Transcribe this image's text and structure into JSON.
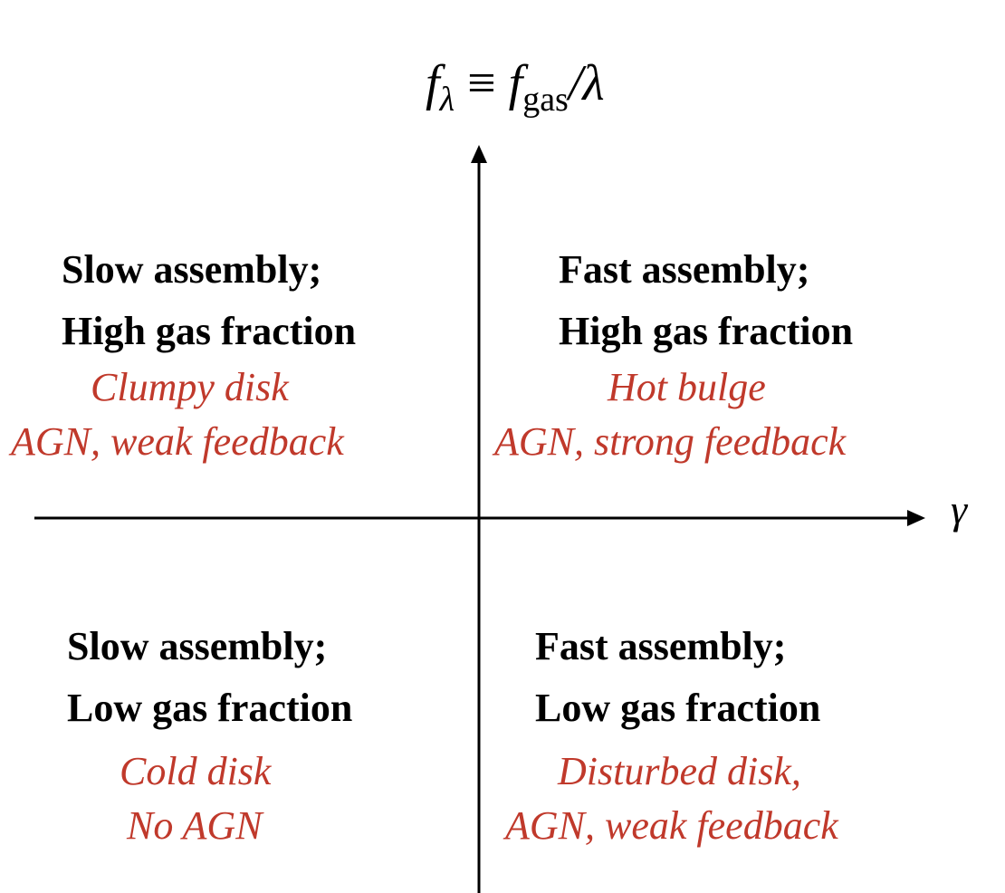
{
  "axes": {
    "y_label": {
      "main": "f",
      "main_sub": "λ",
      "equiv": "≡",
      "rhs_main": "f",
      "rhs_sub": "gas",
      "rhs_tail": "/λ"
    },
    "x_label": "γ"
  },
  "colors": {
    "heading": "#000000",
    "subtext": "#c0392b",
    "axis": "#000000"
  },
  "quadrants": {
    "top_left": {
      "line1": "Slow assembly;",
      "line2": "High gas fraction",
      "note1": "Clumpy disk",
      "note2": "AGN, weak feedback"
    },
    "top_right": {
      "line1": "Fast assembly;",
      "line2": "High gas fraction",
      "note1": "Hot bulge",
      "note2": "AGN, strong feedback"
    },
    "bottom_left": {
      "line1": "Slow assembly;",
      "line2": "Low gas fraction",
      "note1": "Cold disk",
      "note2": "No AGN"
    },
    "bottom_right": {
      "line1": "Fast assembly;",
      "line2": "Low gas fraction",
      "note1": "Disturbed disk,",
      "note2": "AGN, weak feedback"
    }
  }
}
